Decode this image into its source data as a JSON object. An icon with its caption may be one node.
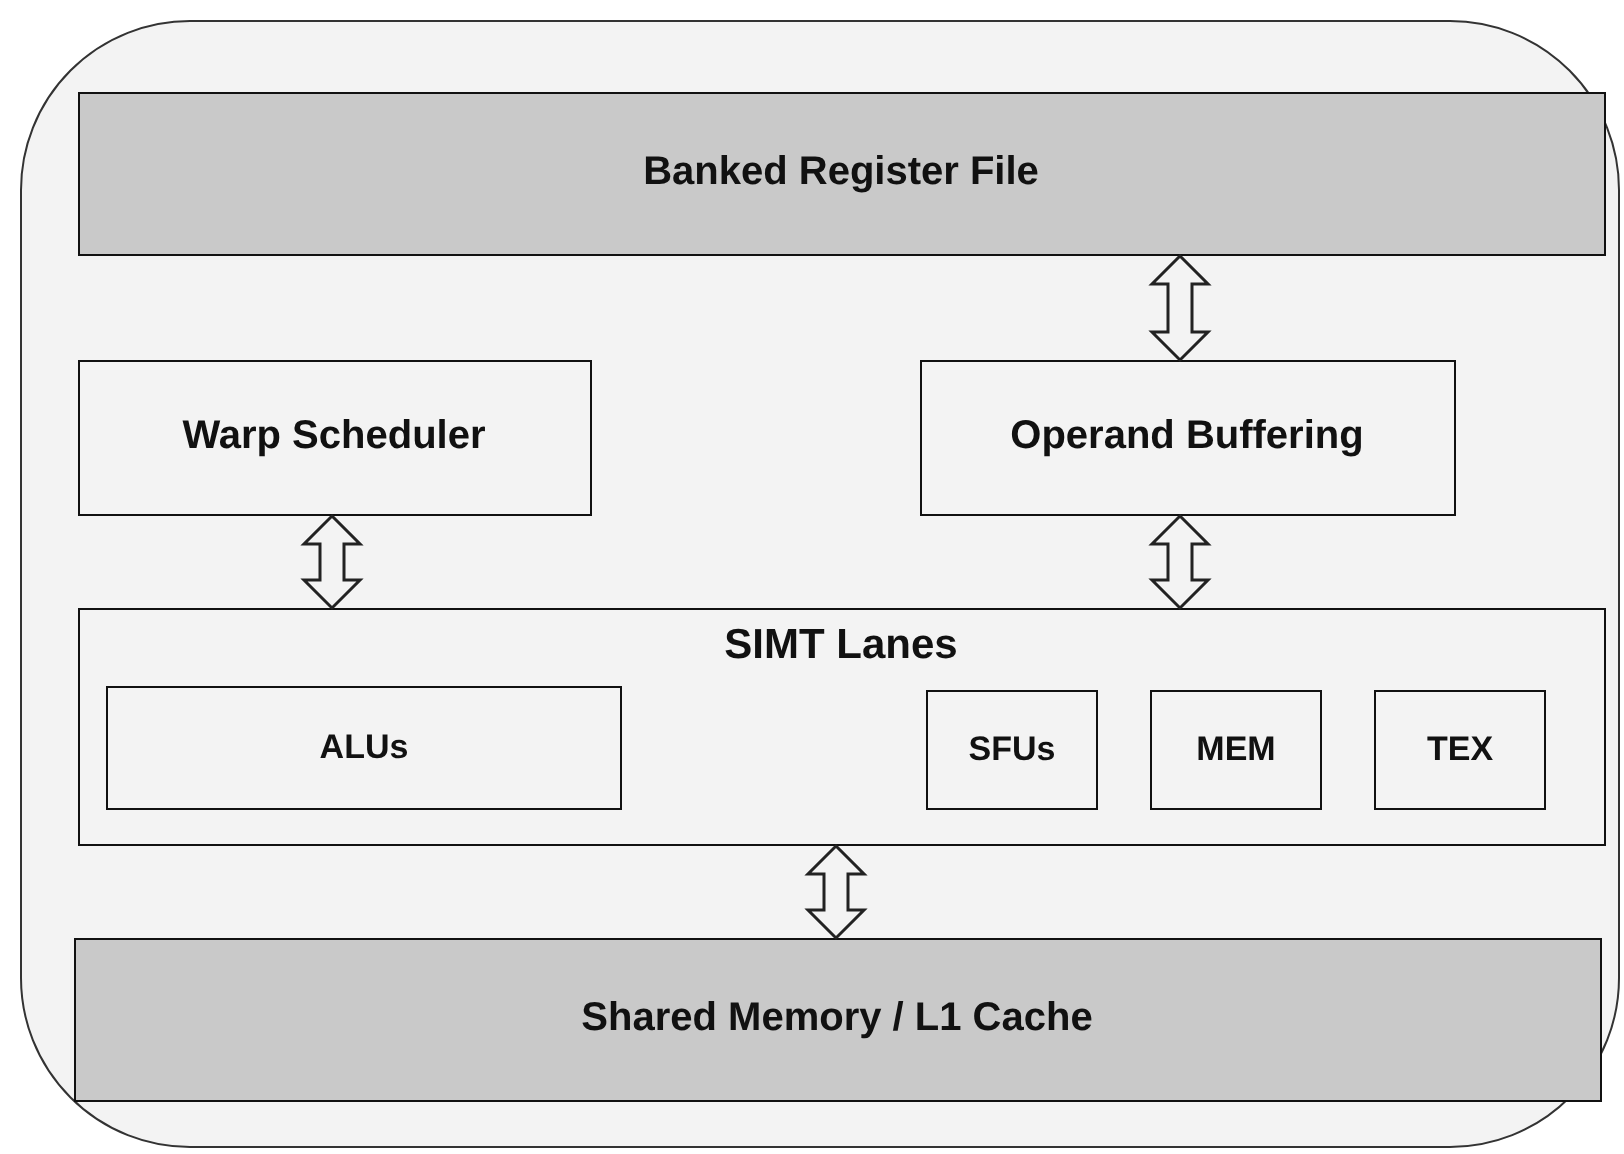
{
  "diagram": {
    "nodes": [
      {
        "text": [],
        "shape": "box"
      },
      {
        "text": [
          "Banked Register File"
        ],
        "in": 0
      },
      {
        "text": [
          "Warp Scheduler"
        ],
        "in": 0
      },
      {
        "text": [
          "Operand Buffering"
        ],
        "in": 0
      },
      {
        "text": [
          "SIMT Lanes"
        ],
        "in": 0
      },
      {
        "text": [
          "ALUs"
        ],
        "in": 4
      },
      {
        "text": [
          "SFUs"
        ],
        "in": 4
      },
      {
        "text": [
          "MEM"
        ],
        "in": 4
      },
      {
        "text": [
          "TEX"
        ],
        "in": 4
      },
      {
        "text": [
          "Shared Memory / L1 Cache"
        ],
        "in": 0
      }
    ],
    "edges": [
      {
        "from": 1,
        "to": 3,
        "arrow": "both"
      },
      {
        "from": 2,
        "to": 4,
        "arrow": "both"
      },
      {
        "from": 3,
        "to": 4,
        "arrow": "both"
      },
      {
        "from": 4,
        "to": 9,
        "arrow": "both"
      }
    ]
  }
}
